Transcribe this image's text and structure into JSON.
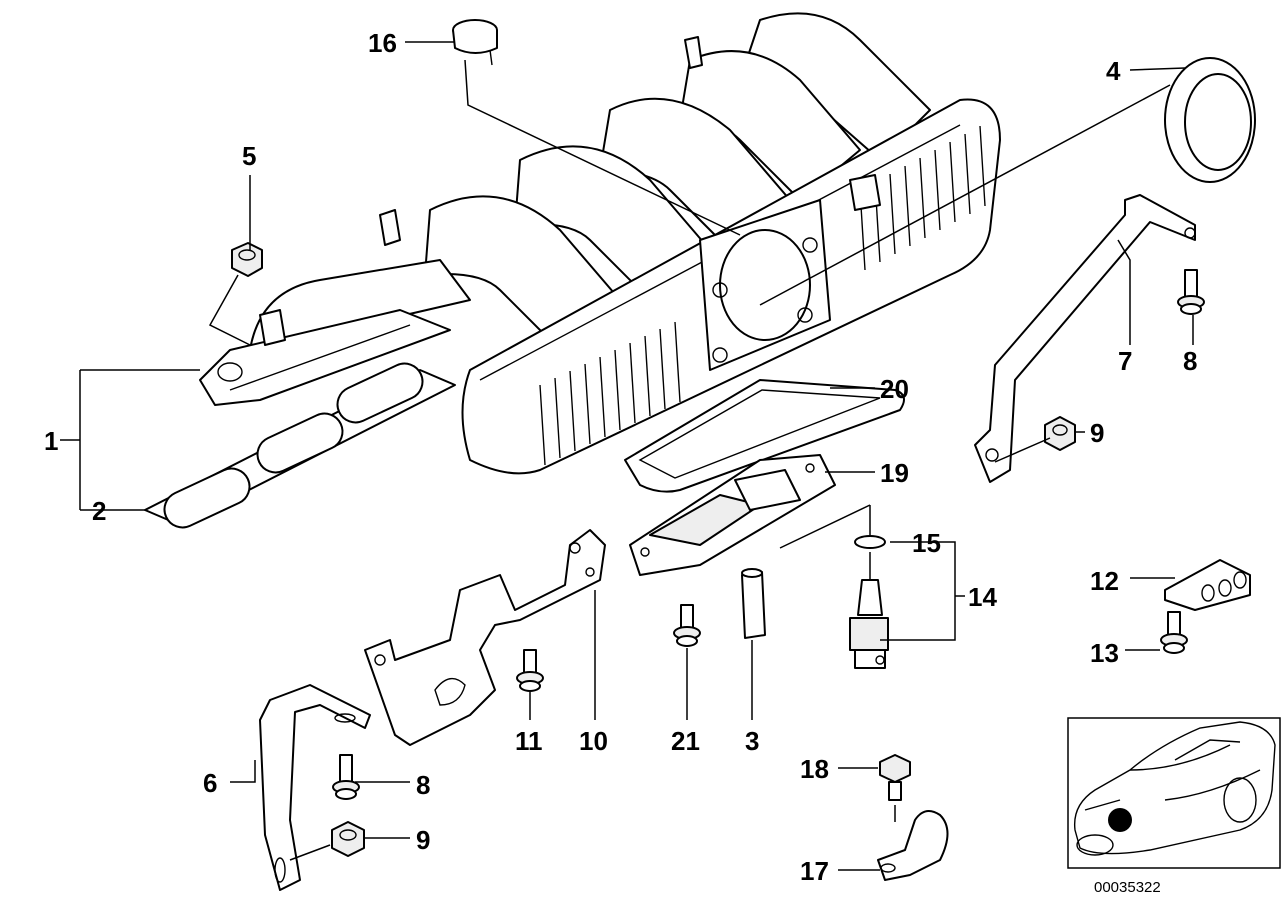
{
  "diagram": {
    "reference_number": "00035322",
    "labels": {
      "p1": "1",
      "p2": "2",
      "p3": "3",
      "p4": "4",
      "p5": "5",
      "p6": "6",
      "p7": "7",
      "p8a": "8",
      "p8b": "8",
      "p9a": "9",
      "p9b": "9",
      "p10": "10",
      "p11": "11",
      "p12": "12",
      "p13": "13",
      "p14": "14",
      "p15": "15",
      "p16": "16",
      "p17": "17",
      "p18": "18",
      "p19": "19",
      "p20": "20",
      "p21": "21"
    }
  }
}
